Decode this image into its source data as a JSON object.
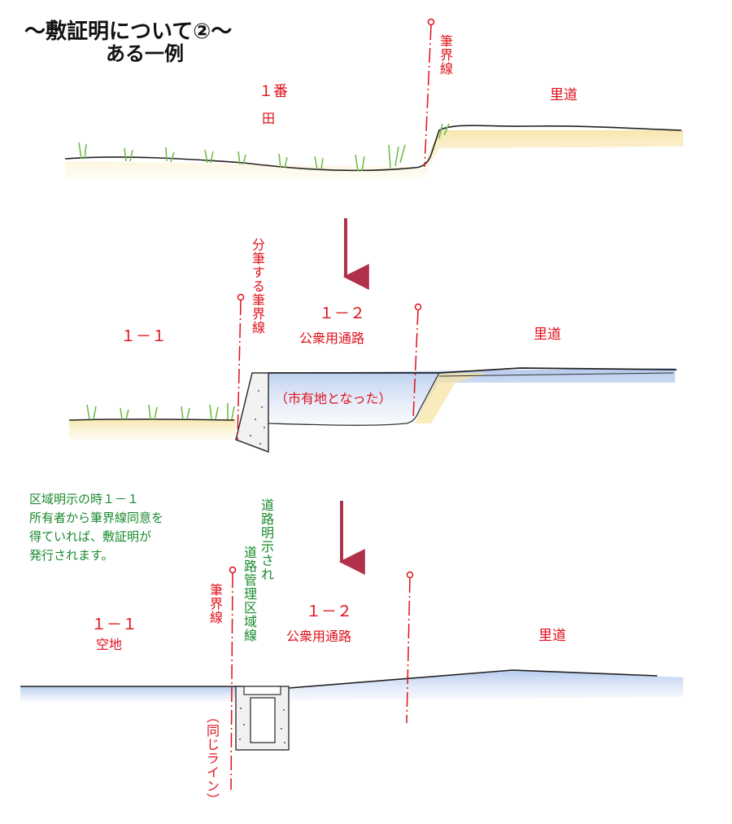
{
  "title": {
    "line1": "〜敷証明について②〜",
    "line2": "ある一例"
  },
  "panel1": {
    "lot_number": "１番",
    "lot_type": "田",
    "boundary_label": "筆界線",
    "road_label": "里道"
  },
  "panel2": {
    "lot_left": "１－１",
    "lot_right": "１－２",
    "lot_right_use": "公衆用通路",
    "split_boundary_label": "分筆する筆界線",
    "city_owned_note": "（市有地となった）",
    "road_label": "里道"
  },
  "panel3": {
    "lot_left": "１－１",
    "lot_left_use": "空地",
    "lot_right": "１－２",
    "lot_right_use": "公衆用通路",
    "boundary_label": "筆界線",
    "road_area_label_1": "道路明示され",
    "road_area_label_2": "道路管理区域線",
    "same_line_note": "（同じライン）",
    "road_label": "里道"
  },
  "explanation": {
    "line1": "区域明示の時１－１",
    "line2": "所有者から筆界線同意を",
    "line3": "得ていれば、敷証明が",
    "line4": "発行されます。"
  },
  "colors": {
    "boundary_red": "#e0101a",
    "note_green": "#1a8a2e",
    "ground_yellow": "#f3d98a",
    "road_blue": "#9fb8e6",
    "grass_green": "#6fbf4a"
  }
}
